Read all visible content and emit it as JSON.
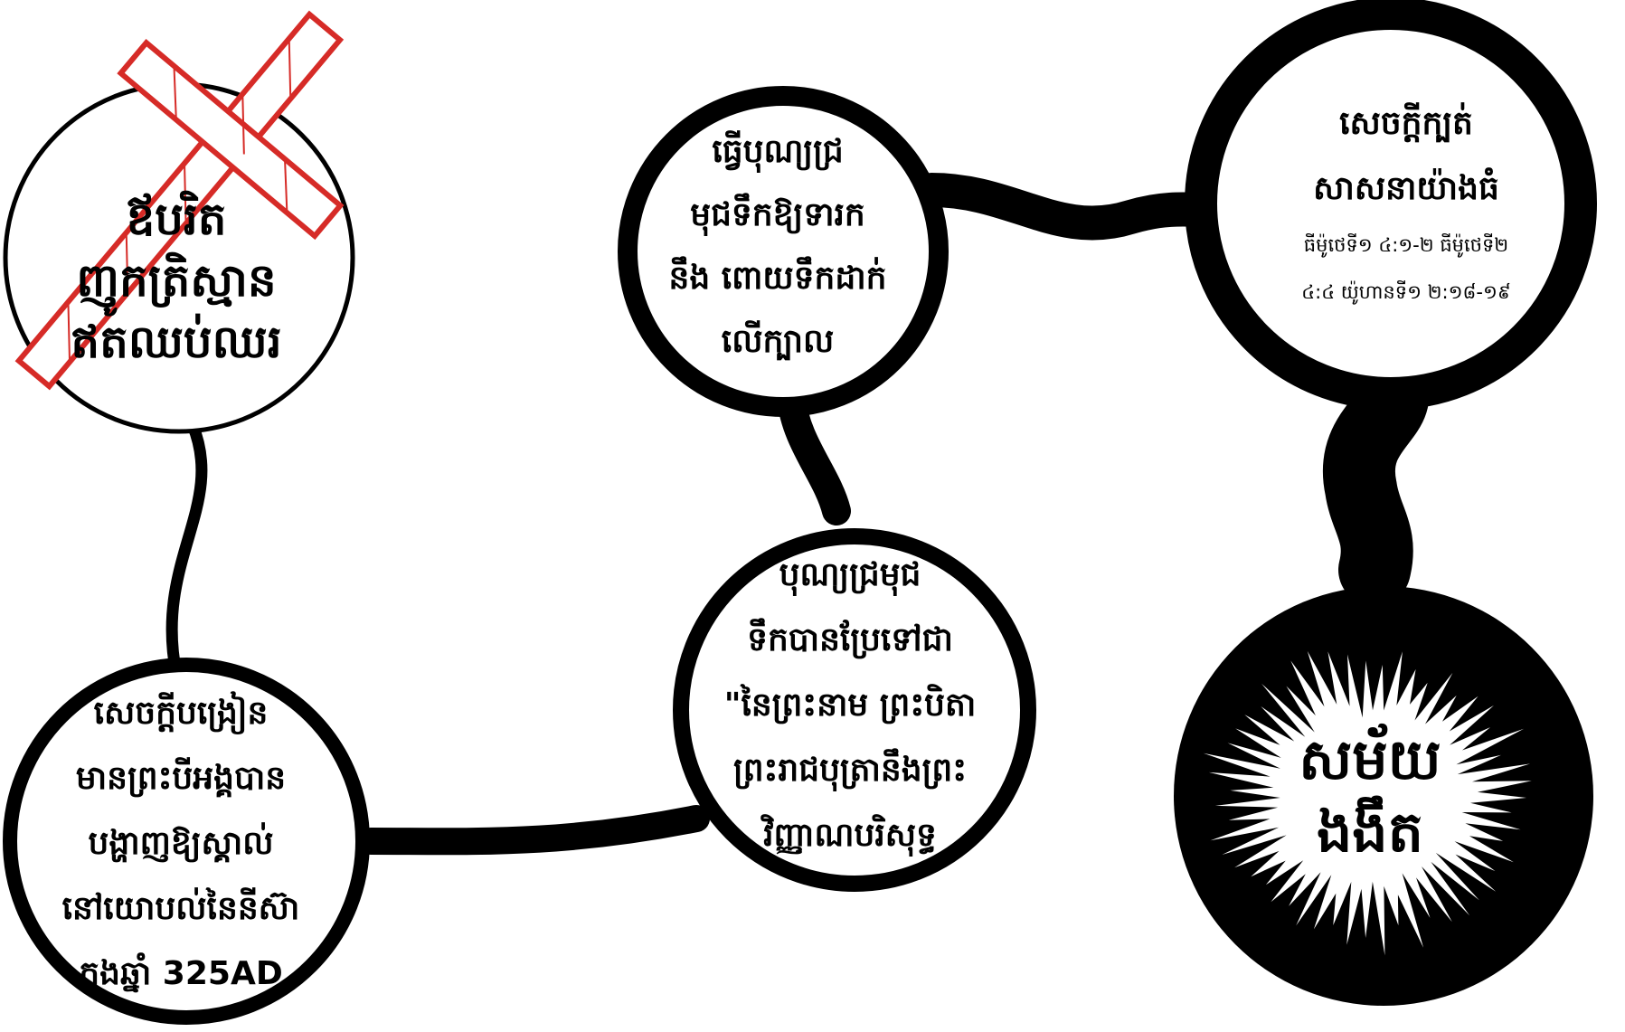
{
  "nodes": {
    "cross_node": {
      "lines": [
        "ឪបរិត",
        "ញូកត្រិស្មាន",
        "ឥតឈប់ឈរ"
      ]
    },
    "teaching_node": {
      "lines": [
        "សេចក្ដីបង្រៀន",
        "មានព្រះបីអង្គបាន",
        "បង្ហាញឱ្យស្គាល់",
        "នៅយោបល់នៃនីស៊ា",
        "ក្នុងឆ្នាំ 325AD"
      ]
    },
    "baptism_node": {
      "lines": [
        "ធ្វើបុណ្យជ្រ",
        "មុជទឹកឱ្យទារក",
        "នឹង  ពោយទឹកដាក់",
        "លើក្បាល"
      ]
    },
    "formula_node": {
      "lines": [
        "បុណ្យជ្រមុជ",
        "ទឹកបានប្រែទៅជា",
        "\"នៃព្រះនាម  ព្រះបិតា",
        "ព្រះរាជបុត្រានឹងព្រះ",
        "វិញ្ញាណបរិសុទ្ធ"
      ]
    },
    "apostasy_node": {
      "title_lines": [
        "សេចក្ដីក្បត់",
        "សាសនាយ៉ាងធំ"
      ],
      "reference_lines": [
        "ធីម៉ូថេទី១ ៤:១-២  ធីម៉ូថេទី២",
        "៤:៤ យ៉ូហានទី១ ២:១៨-១៩"
      ]
    },
    "dark_node": {
      "lines": [
        "សម័យ",
        "ងងឹត"
      ]
    }
  },
  "colors": {
    "ink": "#000000",
    "paper": "#ffffff",
    "cross_red": "#d62b27"
  }
}
